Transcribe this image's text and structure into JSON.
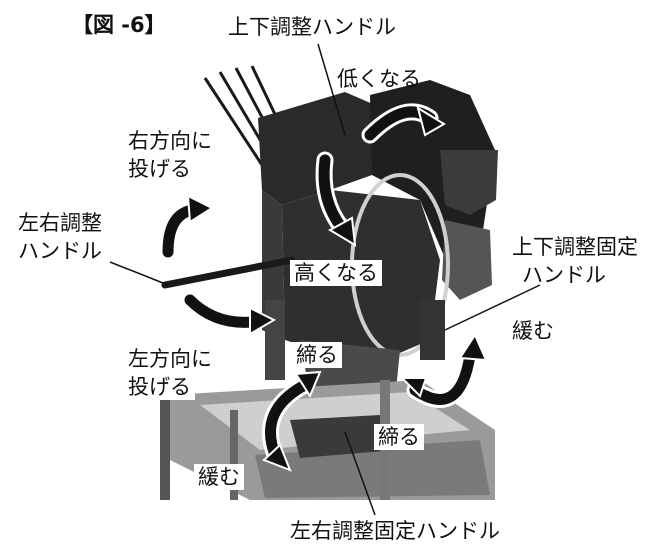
{
  "figure": {
    "title": "【図 -6】"
  },
  "labels": {
    "updown_handle": "上下調整ハンドル",
    "lower": "低くなる",
    "throw_right_1": "右方向に",
    "throw_right_2": "投げる",
    "lr_handle_1": "左右調整",
    "lr_handle_2": "ハンドル",
    "higher": "高くなる",
    "updown_fix_1": "上下調整固定",
    "updown_fix_2": "ハンドル",
    "loosen_right": "緩む",
    "throw_left_1": "左方向に",
    "throw_left_2": "投げる",
    "tighten_top": "締る",
    "tighten_bottom": "締る",
    "loosen_left": "緩む",
    "lr_fix_handle": "左右調整固定ハンドル"
  },
  "colors": {
    "arrow": "#111111",
    "machine_dark": "#2a2a2a",
    "machine_mid": "#6a6a6a",
    "background": "#ffffff"
  }
}
